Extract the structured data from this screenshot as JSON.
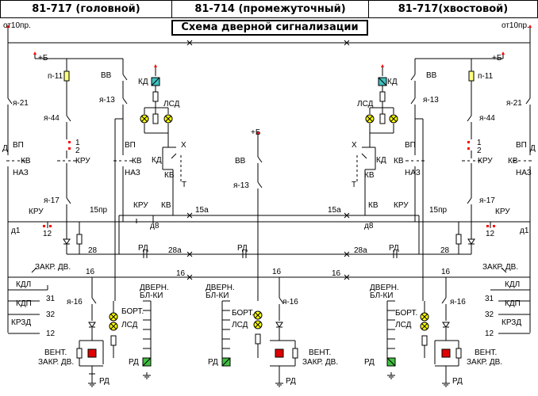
{
  "header": {
    "left": "81-717 (головной)",
    "center": "81-714 (промежуточный)",
    "right": "81-717(хвостовой)"
  },
  "title": "Схема дверной сигнализации",
  "colors": {
    "wire": "#000000",
    "terminal": "#ff0000",
    "lamp": "#ffff00",
    "resistor_yellow": "#ffff80",
    "kd_lamp": "#40c0c0",
    "rd_lamp": "#40c040",
    "vent_lamp": "#e00000",
    "contact_red": "#ff0000"
  },
  "labels": {
    "ot10pr": "от10пр.",
    "plus_b": "+Б",
    "p11": "п-11",
    "vv": "ВВ",
    "kd": "КД",
    "lsd": "ЛСД",
    "x": "Х",
    "t": "Т",
    "ya21": "я-21",
    "ya44": "я-44",
    "ya13": "я-13",
    "ya17": "я-17",
    "ya16": "я-16",
    "n1": "1",
    "n2": "2",
    "d": "Д",
    "vp": "ВП",
    "kv": "КВ",
    "naz": "НАЗ",
    "kru": "КРУ",
    "pr15": "15пр",
    "w15a": "15а",
    "d8": "д8",
    "d1": "д1",
    "n12": "12",
    "w28": "28",
    "w28a": "28а",
    "rd": "РД",
    "w16": "16",
    "zakr_dv": "ЗАКР. ДВ.",
    "kdl": "КДЛ",
    "kdp": "КДП",
    "krzd": "КРЗД",
    "w31": "31",
    "w32": "32",
    "dvern1": "ДВЕРН.",
    "dvern2": "БЛ-КИ",
    "bort1": "БОРТ.",
    "bort2": "ЛСД",
    "vent1": "ВЕНТ.",
    "vent2": "ЗАКР. ДВ."
  }
}
